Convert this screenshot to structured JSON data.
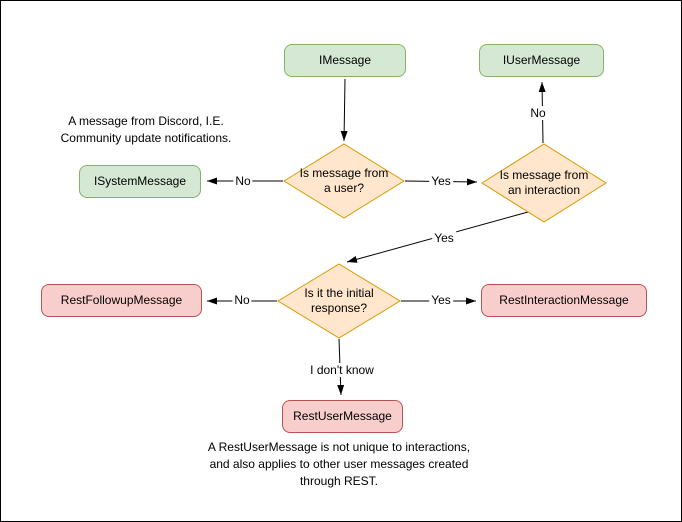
{
  "diagram": {
    "nodes": {
      "imessage": "IMessage",
      "iusermessage": "IUserMessage",
      "isystemmessage": "ISystemMessage",
      "is_from_user": "Is message from\na user?",
      "is_from_interaction": "Is message from\nan interaction",
      "is_initial_response": "Is it the initial\nresponse?",
      "restfollowupmessage": "RestFollowupMessage",
      "restinteractionmessage": "RestInteractionMessage",
      "restusermessage": "RestUserMessage"
    },
    "edge_labels": {
      "user_no": "No",
      "user_yes": "Yes",
      "interaction_no": "No",
      "interaction_yes": "Yes",
      "initial_no": "No",
      "initial_yes": "Yes",
      "initial_unknown": "I don't know"
    },
    "notes": {
      "system_message_note": "A message from Discord, I.E.\nCommunity update notifications.",
      "rest_user_message_note": "A RestUserMessage is not unique to interactions,\nand also applies to other user messages created\nthrough REST."
    },
    "colors": {
      "interface_fill": "#d5e8d4",
      "interface_border": "#82b366",
      "decision_fill": "#ffe6cc",
      "decision_border": "#d79b00",
      "rest_fill": "#f8cecc",
      "rest_border": "#b85450",
      "line": "#000000"
    }
  }
}
